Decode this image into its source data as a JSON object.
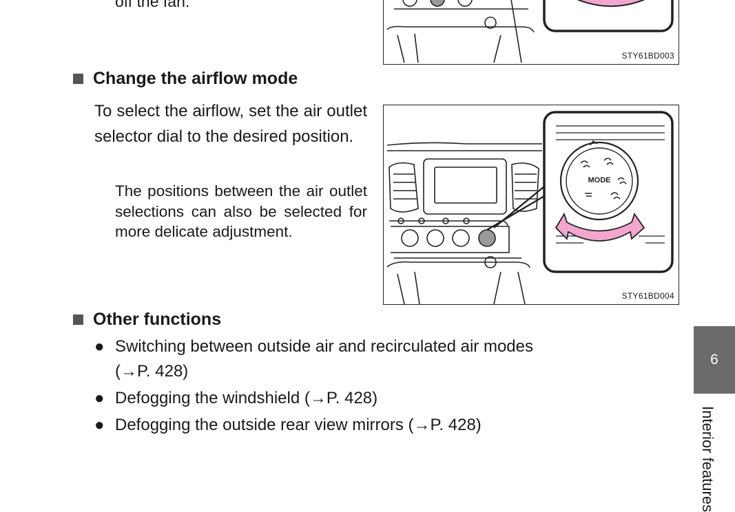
{
  "previous": {
    "line": "off the fan."
  },
  "section_airflow": {
    "heading": "Change the airflow mode",
    "para": "To select the airflow, set the air outlet selector dial to the desired position.",
    "note": "The positions between the air outlet selections can also be selected for more delicate adjustment."
  },
  "figures": {
    "top_caption": "STY61BD003",
    "main_caption": "STY61BD004",
    "dial_label": "MODE"
  },
  "section_other": {
    "heading": "Other functions",
    "items": [
      {
        "line1": "Switching between outside air and recirculated air modes",
        "line2": "(→P. 428)"
      },
      {
        "line1": "Defogging the windshield (→P. 428)"
      },
      {
        "line1": "Defogging the outside rear view mirrors (→P. 428)"
      }
    ]
  },
  "chapter_tab": {
    "number": "6",
    "side_label": "Interior features"
  },
  "colors": {
    "arrow": "#f2a6cf",
    "tab": "#6b6b6b"
  }
}
